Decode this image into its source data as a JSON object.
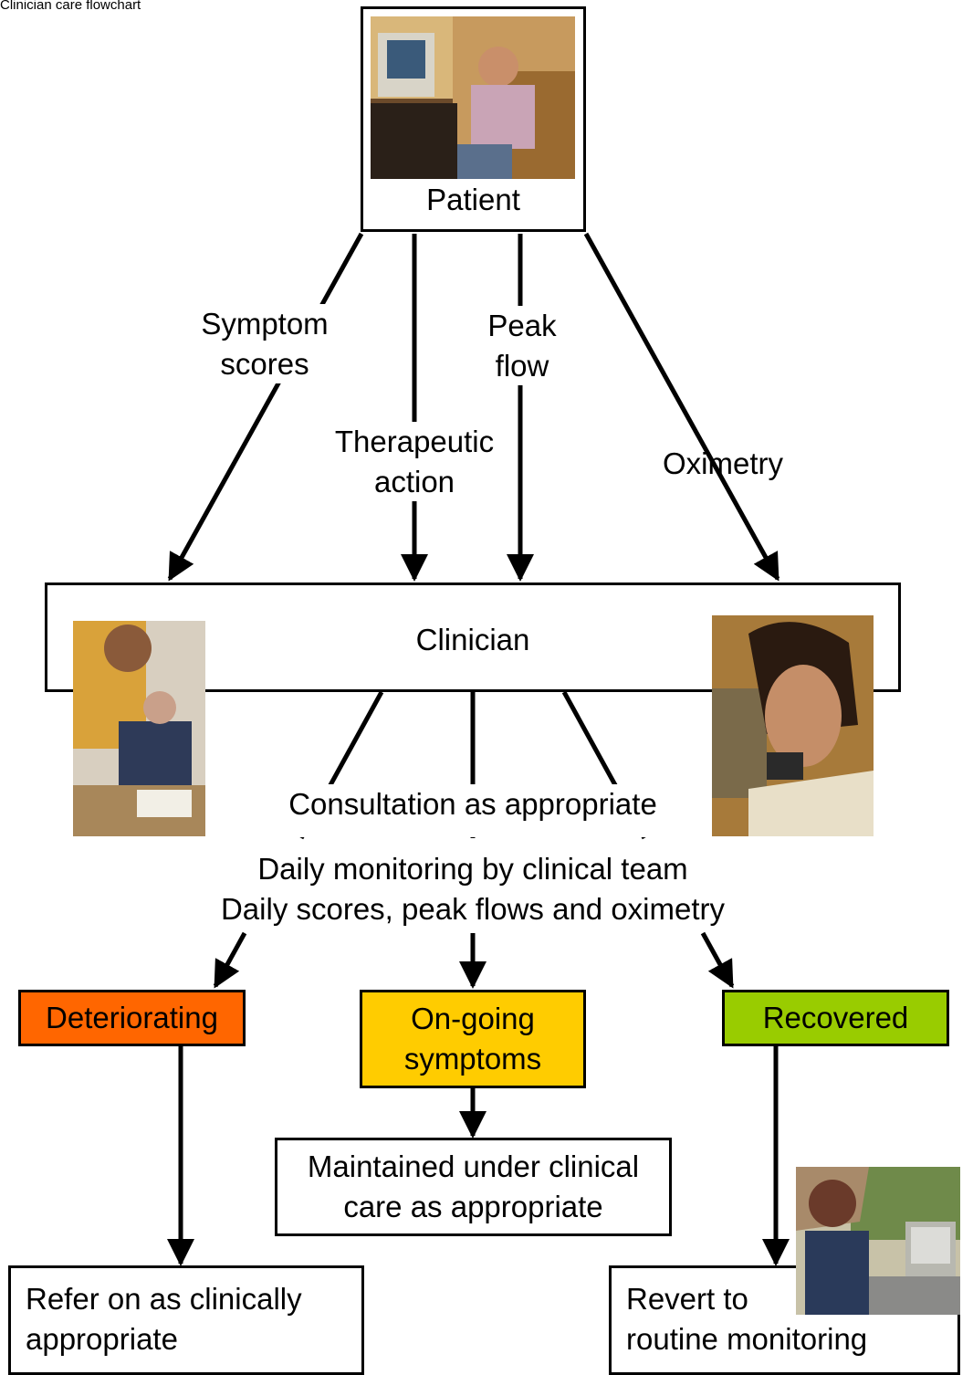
{
  "figure_caption": "Clinician care flowchart",
  "patient": {
    "label": "Patient",
    "photo_icon": "patient-at-home-monitor-photo"
  },
  "inputs": {
    "symptom_scores": "Symptom\nscores",
    "therapeutic_action": "Therapeutic\naction",
    "peak_flow": "Peak\nflow",
    "oximetry": "Oximetry"
  },
  "clinician": {
    "label": "Clinician",
    "left_photo_icon": "clinician-home-visit-photo",
    "right_photo_icon": "clinician-on-phone-photo"
  },
  "consultation": "Consultation as appropriate",
  "monitoring": {
    "line1": "Daily monitoring by clinical team",
    "line2": "Daily scores, peak flows and oximetry"
  },
  "outcomes": {
    "deteriorating": {
      "label": "Deteriorating",
      "color": "#ff6600"
    },
    "ongoing": {
      "label": "On-going\nsymptoms",
      "color": "#ffcc00"
    },
    "recovered": {
      "label": "Recovered",
      "color": "#99cc00"
    }
  },
  "actions": {
    "refer": "Refer on as clinically\nappropriate",
    "maintained": "Maintained under clinical\ncare as appropriate",
    "revert": "Revert to\nroutine monitoring",
    "revert_photo_icon": "nurse-at-computer-photo"
  }
}
